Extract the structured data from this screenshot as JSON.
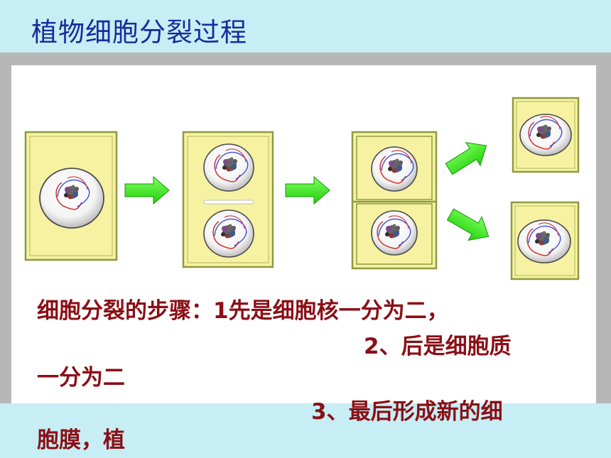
{
  "slide": {
    "title": "植物细胞分裂过程"
  },
  "steps": {
    "line1": "细胞分裂的步骤：1先是细胞核一分为二，",
    "line2": "2、后是细胞质",
    "line2_cont": "一分为二",
    "line3": "3、最后形成新的细",
    "line3_cont": "胞膜，植"
  },
  "colors": {
    "title": "#1a2a9c",
    "text": "#8b0f16",
    "cell_fill": "#f6f2a2",
    "cell_wall": "#8e9a42",
    "arrow": "#37f21c",
    "band": "#c6eef4",
    "frame": "#b7b7b7"
  },
  "diagram": {
    "stages": [
      "single-cell",
      "nucleus-divided",
      "cytoplasm-divided",
      "two-daughter-cells"
    ],
    "arrow_icon": "green-arrow-icon"
  }
}
